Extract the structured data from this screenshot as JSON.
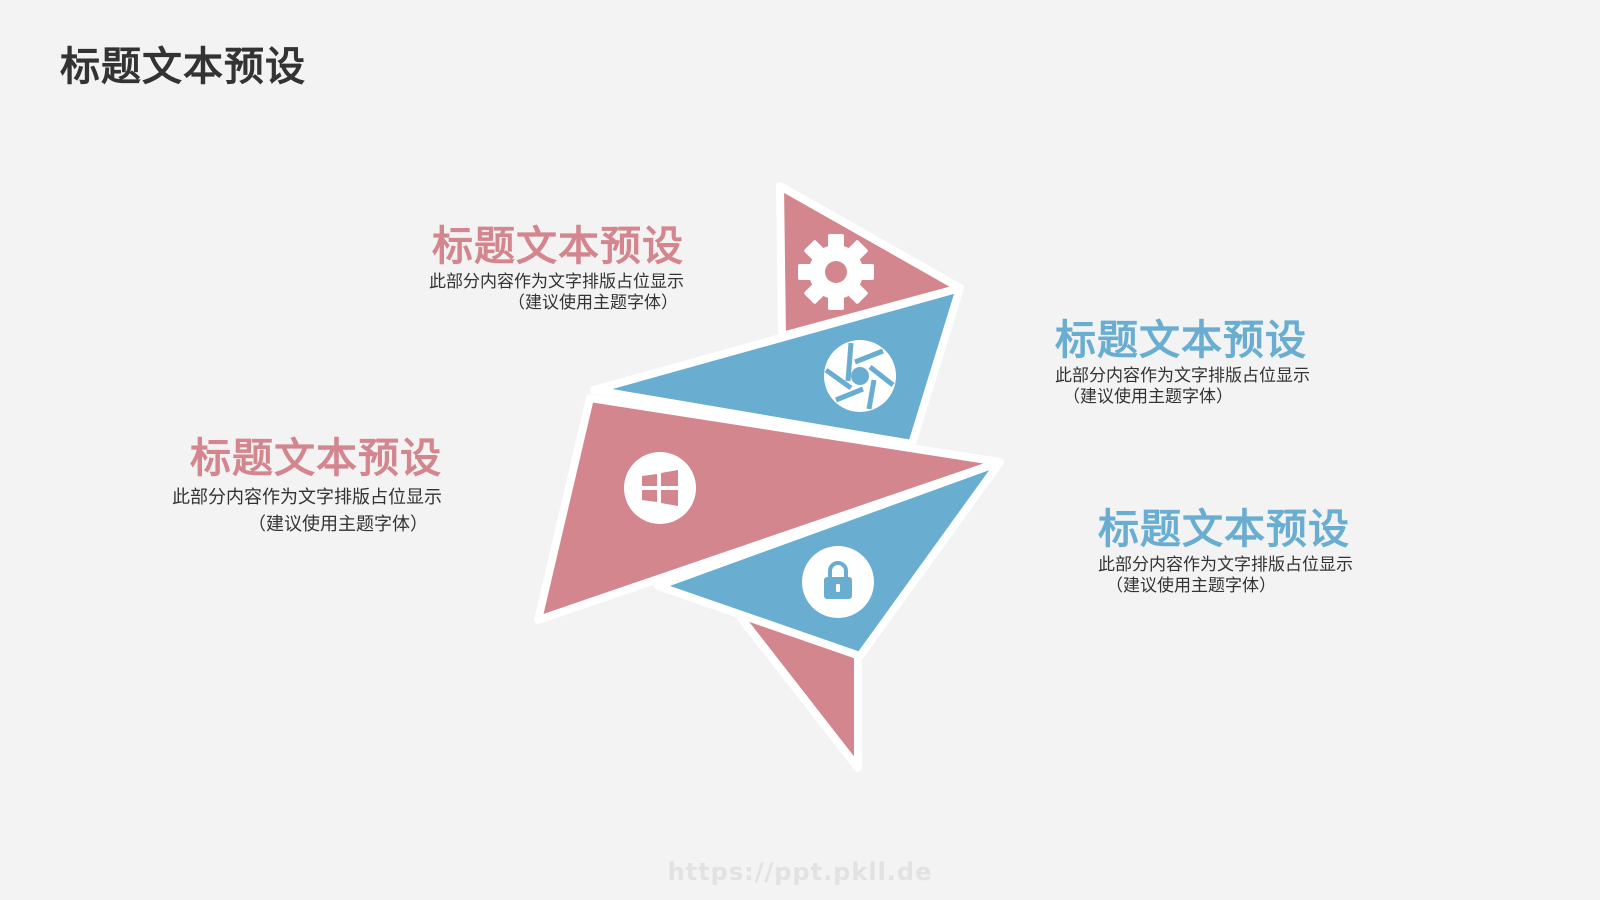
{
  "title": "标题文本预设",
  "colors": {
    "pink": "#d4868f",
    "blue": "#69aed0",
    "text": "#333333",
    "background": "#f3f3f4"
  },
  "items": [
    {
      "heading": "标题文本预设",
      "desc_line1": "此部分内容作为文字排版占位显示",
      "desc_line2": "（建议使用主题字体）",
      "icon": "gear-icon",
      "color": "#d4868f"
    },
    {
      "heading": "标题文本预设",
      "desc_line1": "此部分内容作为文字排版占位显示",
      "desc_line2": "（建议使用主题字体）",
      "icon": "aperture-icon",
      "color": "#69aed0"
    },
    {
      "heading": "标题文本预设",
      "desc_line1": "此部分内容作为文字排版占位显示",
      "desc_line2": "（建议使用主题字体）",
      "icon": "windows-icon",
      "color": "#d4868f"
    },
    {
      "heading": "标题文本预设",
      "desc_line1": "此部分内容作为文字排版占位显示",
      "desc_line2": "（建议使用主题字体）",
      "icon": "lock-icon",
      "color": "#69aed0"
    }
  ],
  "watermark": "https://ppt.pkll.de"
}
